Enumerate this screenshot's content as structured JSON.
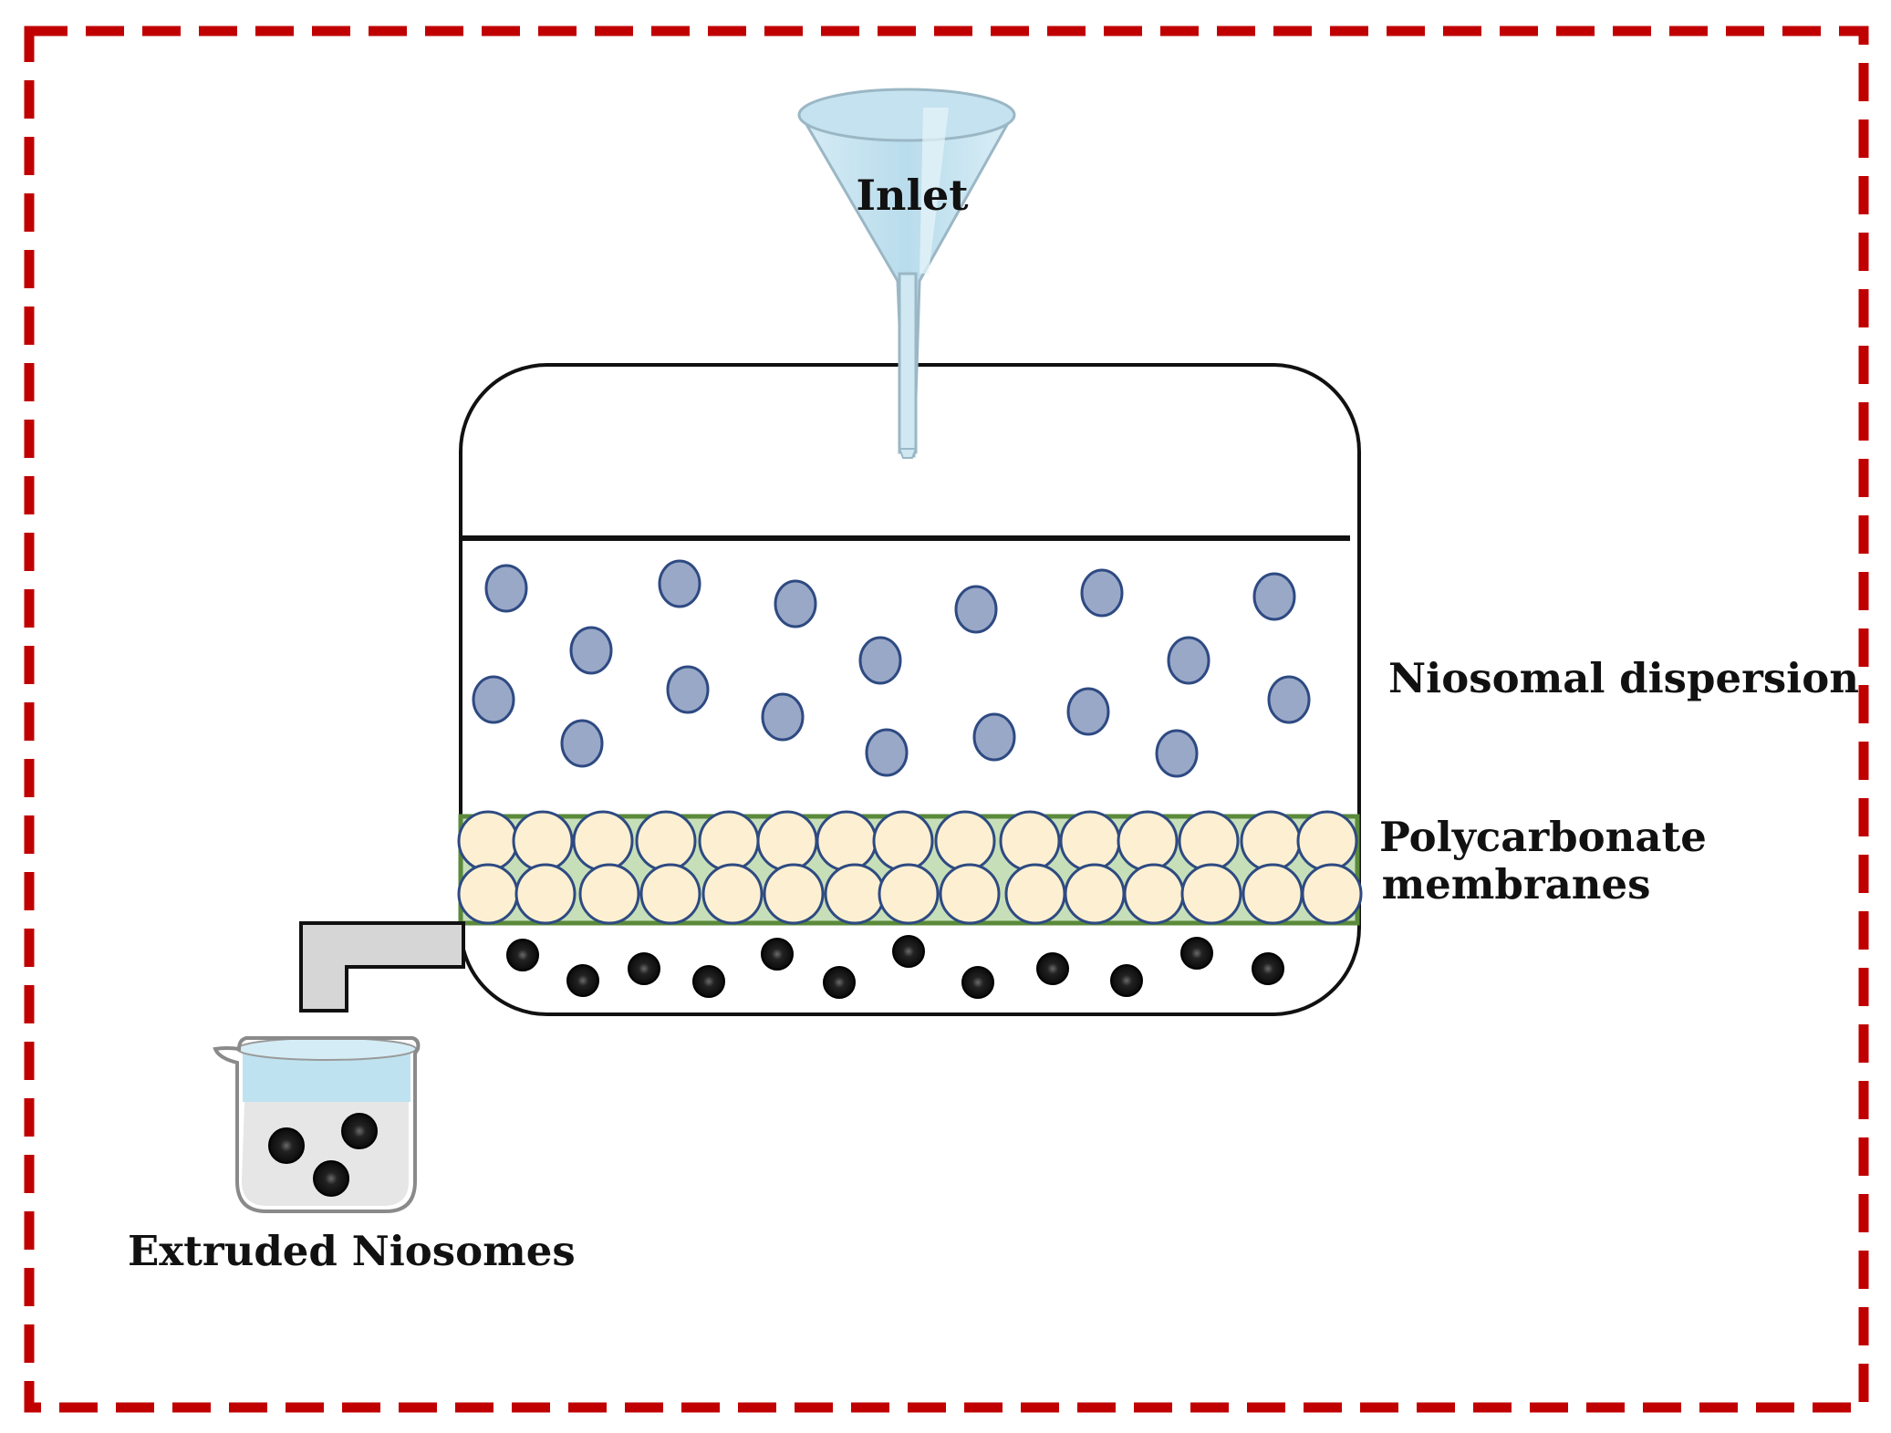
{
  "labels": {
    "inlet": "Inlet",
    "dispersion": "Niosomal dispersion",
    "membranes_line1": "Polycarbonate",
    "membranes_line2": "membranes",
    "extruded": "Extruded Niosomes"
  },
  "colors": {
    "frame_border": "#c00000",
    "niosome_fill": "#9aa8c8",
    "niosome_stroke": "#2e4a82",
    "membrane_bead_fill": "#fdf0d2",
    "membrane_bead_stroke": "#2e4a82",
    "membrane_band": "#c7dfb8",
    "membrane_band_border": "#5a8a3a",
    "extruded_particle": "#111111",
    "funnel": "#c4e2ef",
    "outlet_pipe": "#d6d6d6",
    "beaker_liquid": "#e6e6e6",
    "beaker_top_liquid": "#bfe2f0"
  },
  "icons": {
    "inlet": "funnel-icon",
    "outlet": "outlet-pipe-icon",
    "collector": "beaker-icon"
  }
}
